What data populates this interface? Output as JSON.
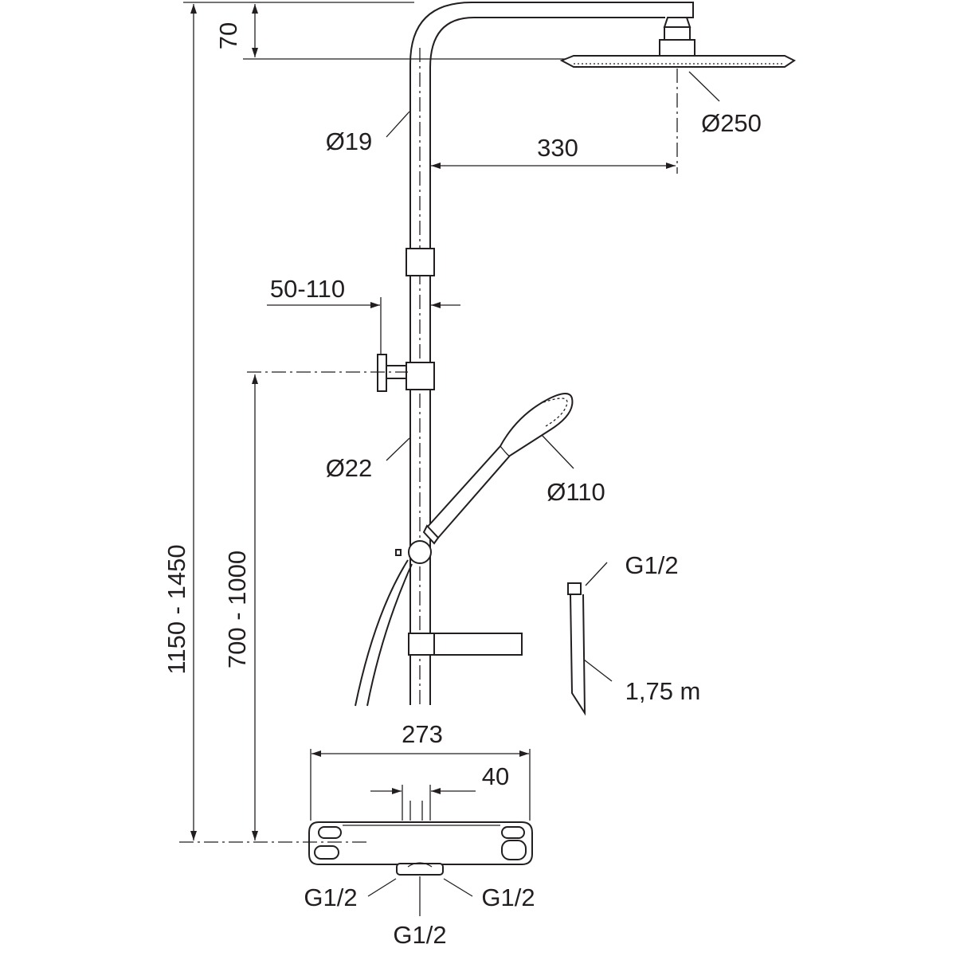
{
  "dimensions": {
    "arm_drop": "70",
    "upper_pipe_diameter": "Ø19",
    "head_shower_diameter": "Ø250",
    "arm_projection": "330",
    "wall_distance": "50-110",
    "lower_pipe_diameter": "Ø22",
    "hand_shower_diameter": "Ø110",
    "total_height": "1150 - 1450",
    "bracket_height": "700 - 1000",
    "hose_connection": "G1/2",
    "hose_length": "1,75 m",
    "thermostat_width": "273",
    "pipe_spacing": "40",
    "outlet_left": "G1/2",
    "outlet_right": "G1/2",
    "outlet_bottom": "G1/2"
  },
  "colors": {
    "line": "#231f20",
    "background": "#ffffff"
  }
}
